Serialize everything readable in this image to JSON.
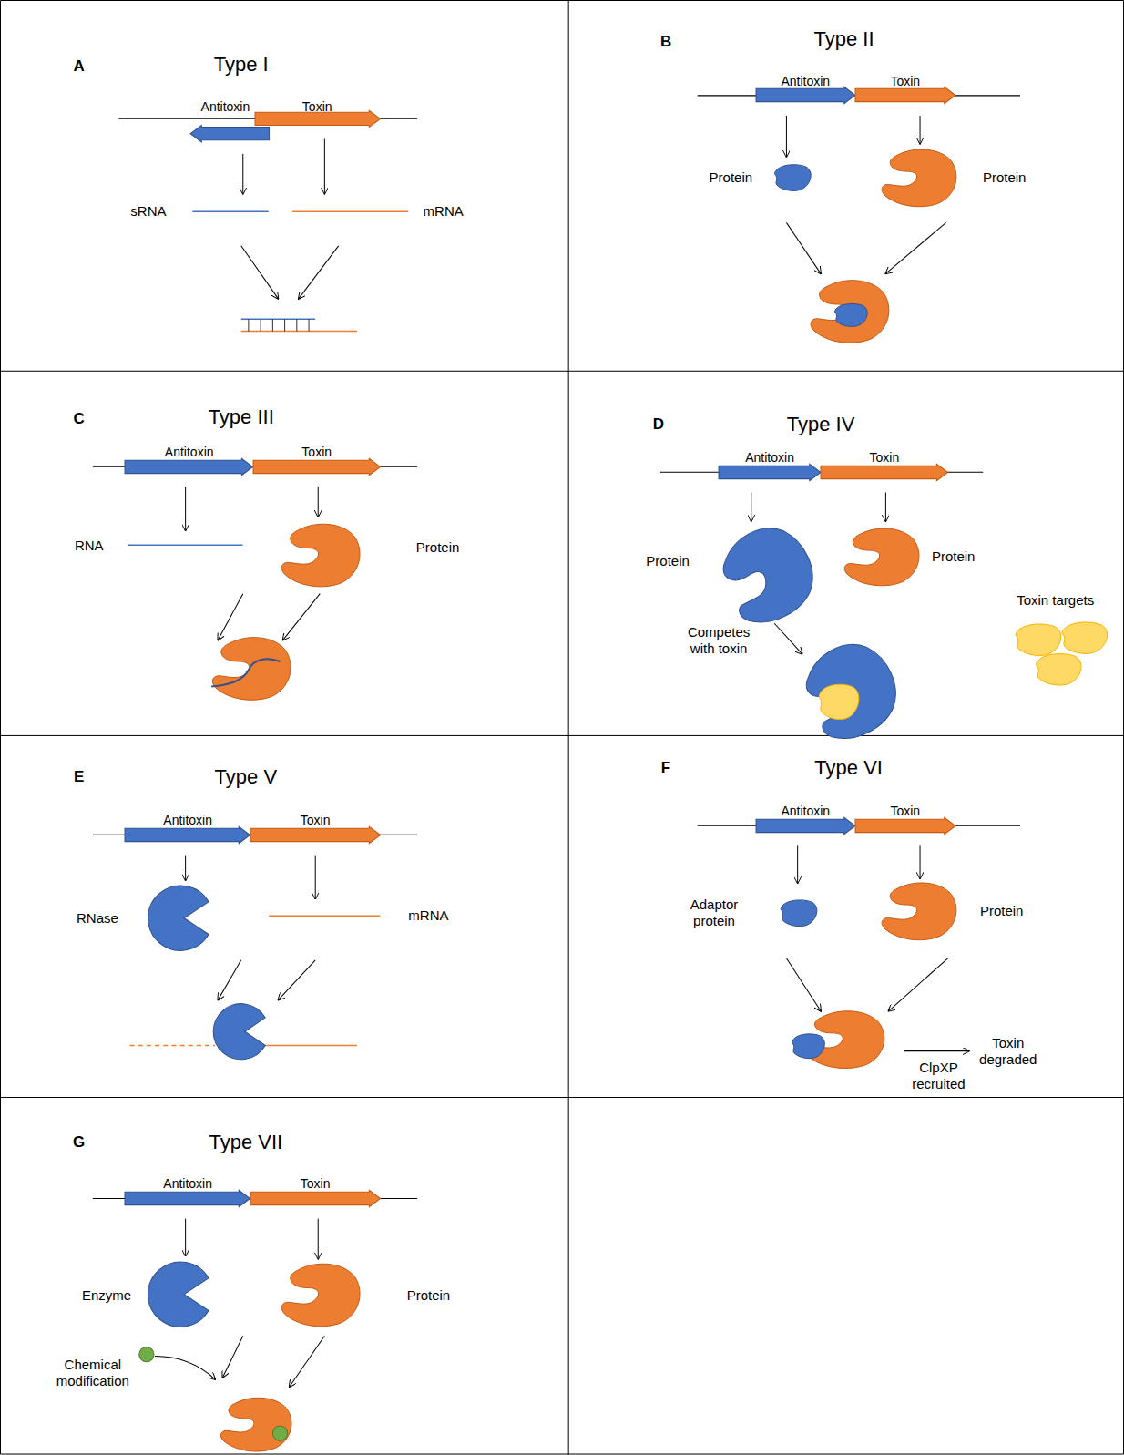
{
  "diagram": {
    "nodes": [
      {
        "text": [
          "A",
          "Type I"
        ]
      },
      {
        "text": [
          "Antitoxin"
        ],
        "in": 0
      },
      {
        "text": [
          "Toxin"
        ],
        "in": 0
      },
      {
        "text": [
          "sRNA"
        ],
        "in": 0
      },
      {
        "text": [
          "mRNA"
        ],
        "in": 0
      },
      {
        "text": [
          "B",
          "Type II"
        ]
      },
      {
        "text": [
          "Antitoxin"
        ],
        "in": 5
      },
      {
        "text": [
          "Toxin"
        ],
        "in": 5
      },
      {
        "text": [
          "Protein"
        ],
        "in": 5
      },
      {
        "text": [
          "Protein"
        ],
        "in": 5
      },
      {
        "text": [
          "C",
          "Type III"
        ]
      },
      {
        "text": [
          "Antitoxin"
        ],
        "in": 10
      },
      {
        "text": [
          "Toxin"
        ],
        "in": 10
      },
      {
        "text": [
          "RNA"
        ],
        "in": 10
      },
      {
        "text": [
          "Protein"
        ],
        "in": 10
      },
      {
        "text": [
          "D",
          "Type IV"
        ]
      },
      {
        "text": [
          "Antitoxin"
        ],
        "in": 15
      },
      {
        "text": [
          "Toxin"
        ],
        "in": 15
      },
      {
        "text": [
          "Protein"
        ],
        "in": 15
      },
      {
        "text": [
          "Protein"
        ],
        "in": 15
      },
      {
        "text": [
          "E",
          "Type V"
        ]
      },
      {
        "text": [
          "Antitoxin"
        ],
        "in": 20
      },
      {
        "text": [
          "Toxin"
        ],
        "in": 20
      },
      {
        "text": [
          "RNase"
        ],
        "in": 20
      },
      {
        "text": [
          "mRNA"
        ],
        "in": 20
      },
      {
        "text": [
          "F",
          "Type VI"
        ]
      },
      {
        "text": [
          "Antitoxin"
        ],
        "in": 25
      },
      {
        "text": [
          "Toxin"
        ],
        "in": 25
      },
      {
        "text": [
          "Adaptor protein"
        ],
        "in": 25
      },
      {
        "text": [
          "Protein"
        ],
        "in": 25
      },
      {
        "text": [
          "G",
          "Type VII"
        ]
      },
      {
        "text": [
          "Antitoxin"
        ],
        "in": 30
      },
      {
        "text": [
          "Toxin"
        ],
        "in": 30
      },
      {
        "text": [
          "Enzyme"
        ],
        "in": 30
      },
      {
        "text": [
          "Protein"
        ],
        "in": 30
      }
    ],
    "edges": [
      {
        "from": 1,
        "to": 3,
        "arrow": "to"
      },
      {
        "from": 2,
        "to": 4,
        "arrow": "to"
      },
      {
        "from": 6,
        "to": 8,
        "arrow": "to"
      },
      {
        "from": 7,
        "to": 9,
        "arrow": "to"
      },
      {
        "from": 11,
        "to": 13,
        "arrow": "to"
      },
      {
        "from": 12,
        "to": 14,
        "arrow": "to"
      },
      {
        "from": 16,
        "to": 18,
        "arrow": "to"
      },
      {
        "from": 17,
        "to": 19,
        "arrow": "to"
      },
      {
        "from": 21,
        "to": 23,
        "arrow": "to"
      },
      {
        "from": 22,
        "to": 24,
        "arrow": "to"
      },
      {
        "from": 26,
        "to": 28,
        "arrow": "to"
      },
      {
        "from": 27,
        "to": 29,
        "arrow": "to"
      },
      {
        "from": 31,
        "to": 33,
        "arrow": "to"
      },
      {
        "from": 32,
        "to": 34,
        "arrow": "to"
      }
    ],
    "labels": [
      "Competes with toxin",
      "Toxin targets",
      "Toxin degraded",
      "ClpXP recruited",
      "Chemical modification"
    ]
  }
}
